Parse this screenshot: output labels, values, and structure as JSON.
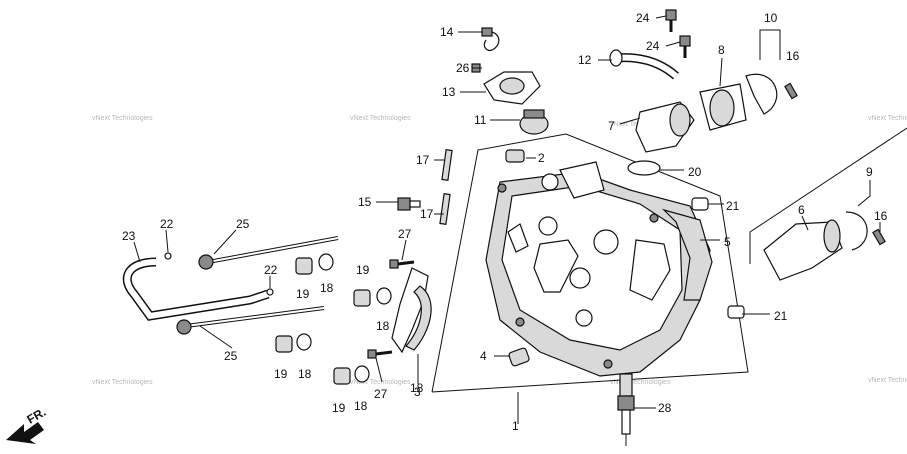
{
  "labels": {
    "l1": "1",
    "l2": "2",
    "l4": "4",
    "l5": "5",
    "l6": "6",
    "l7": "7",
    "l8": "8",
    "l9": "9",
    "l10": "10",
    "l11": "11",
    "l12": "12",
    "l13": "13",
    "l14": "14",
    "l15": "15",
    "l16a": "16",
    "l16b": "16",
    "l17a": "17",
    "l17b": "17",
    "l18a": "18",
    "l18b": "18",
    "l18c": "18",
    "l18d": "18",
    "l18e": "18",
    "l19a": "19",
    "l19b": "19",
    "l19c": "19",
    "l19d": "19",
    "l20": "20",
    "l21a": "21",
    "l21b": "21",
    "l22a": "22",
    "l22b": "22",
    "l23": "23",
    "l24a": "24",
    "l24b": "24",
    "l25a": "25",
    "l25b": "25",
    "l26": "26",
    "l27a": "27",
    "l27b": "27",
    "l28": "28",
    "l3": "3"
  },
  "watermark_text": "vNext Technologies",
  "front_indicator": "FR."
}
